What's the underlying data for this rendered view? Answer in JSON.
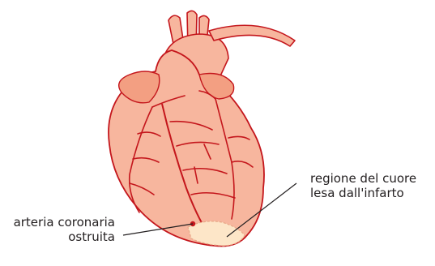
{
  "labels": {
    "damaged_region": {
      "line1": "regione del cuore",
      "line2": "lesa dall'infarto"
    },
    "blocked_artery": {
      "line1": "arteria coronaria",
      "line2": "ostruita"
    }
  },
  "colors": {
    "heart_fill": "#f7b69e",
    "heart_shadow": "#f39f82",
    "outline": "#c4161c",
    "vessels": "#c4161c",
    "damaged_fill": "#fde6c8",
    "label_text": "#231f20",
    "leader_lines": "#231f20"
  }
}
